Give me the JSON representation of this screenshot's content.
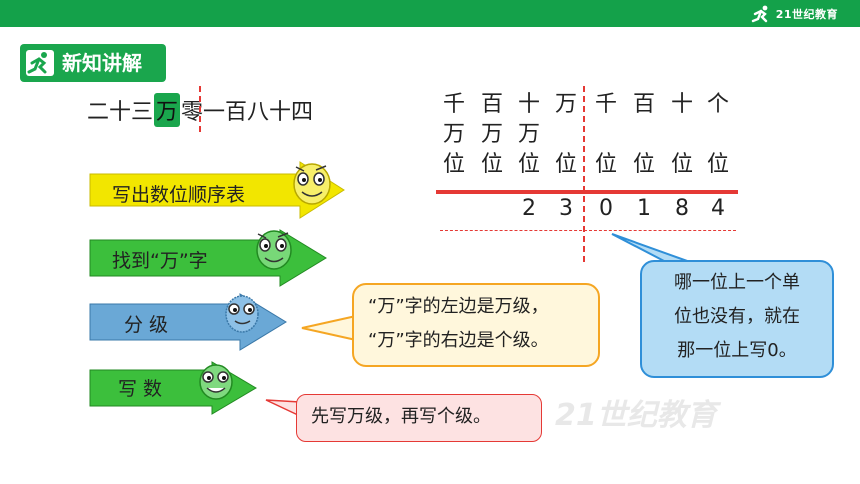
{
  "header": {
    "logo_text": "21世纪教育"
  },
  "badge": {
    "title": "新知讲解"
  },
  "number_words": {
    "before": "二十三",
    "wan": "万",
    "after": "零一百八十四"
  },
  "steps": [
    {
      "label": "写出数位顺序表",
      "color": "#f2e600"
    },
    {
      "label": "找到“万”字",
      "color": "#3cbf3c"
    },
    {
      "label": "分 级",
      "color": "#6aa8d6"
    },
    {
      "label": "写 数",
      "color": "#3cbf3c"
    }
  ],
  "place_value": {
    "columns": [
      {
        "top": "千",
        "mid": "万",
        "bottom": "位"
      },
      {
        "top": "百",
        "mid": "万",
        "bottom": "位"
      },
      {
        "top": "十",
        "mid": "万",
        "bottom": "位"
      },
      {
        "top": "万",
        "mid": "",
        "bottom": "位"
      },
      {
        "top": "千",
        "mid": "",
        "bottom": "位"
      },
      {
        "top": "百",
        "mid": "",
        "bottom": "位"
      },
      {
        "top": "十",
        "mid": "",
        "bottom": "位"
      },
      {
        "top": "个",
        "mid": "",
        "bottom": "位"
      }
    ],
    "digits": [
      "",
      "2",
      "3",
      "0",
      "1",
      "8",
      "4"
    ]
  },
  "bubbles": {
    "grading_line1": "“万”字的左边是万级，",
    "grading_line2": "“万”字的右边是个级。",
    "zero_line1": "哪一位上一个单",
    "zero_line2": "位也没有，就在",
    "zero_line3": "那一位上写0。",
    "write_text": "先写万级，再写个级。"
  },
  "watermark": "21世纪教育",
  "colors": {
    "header_green": "#14a14a",
    "red": "#e53935",
    "orange_border": "#f5a623",
    "bubble_yellow": "#fff7dc",
    "bubble_blue": "#b3dcf5",
    "bubble_pink": "#fde2e2"
  }
}
